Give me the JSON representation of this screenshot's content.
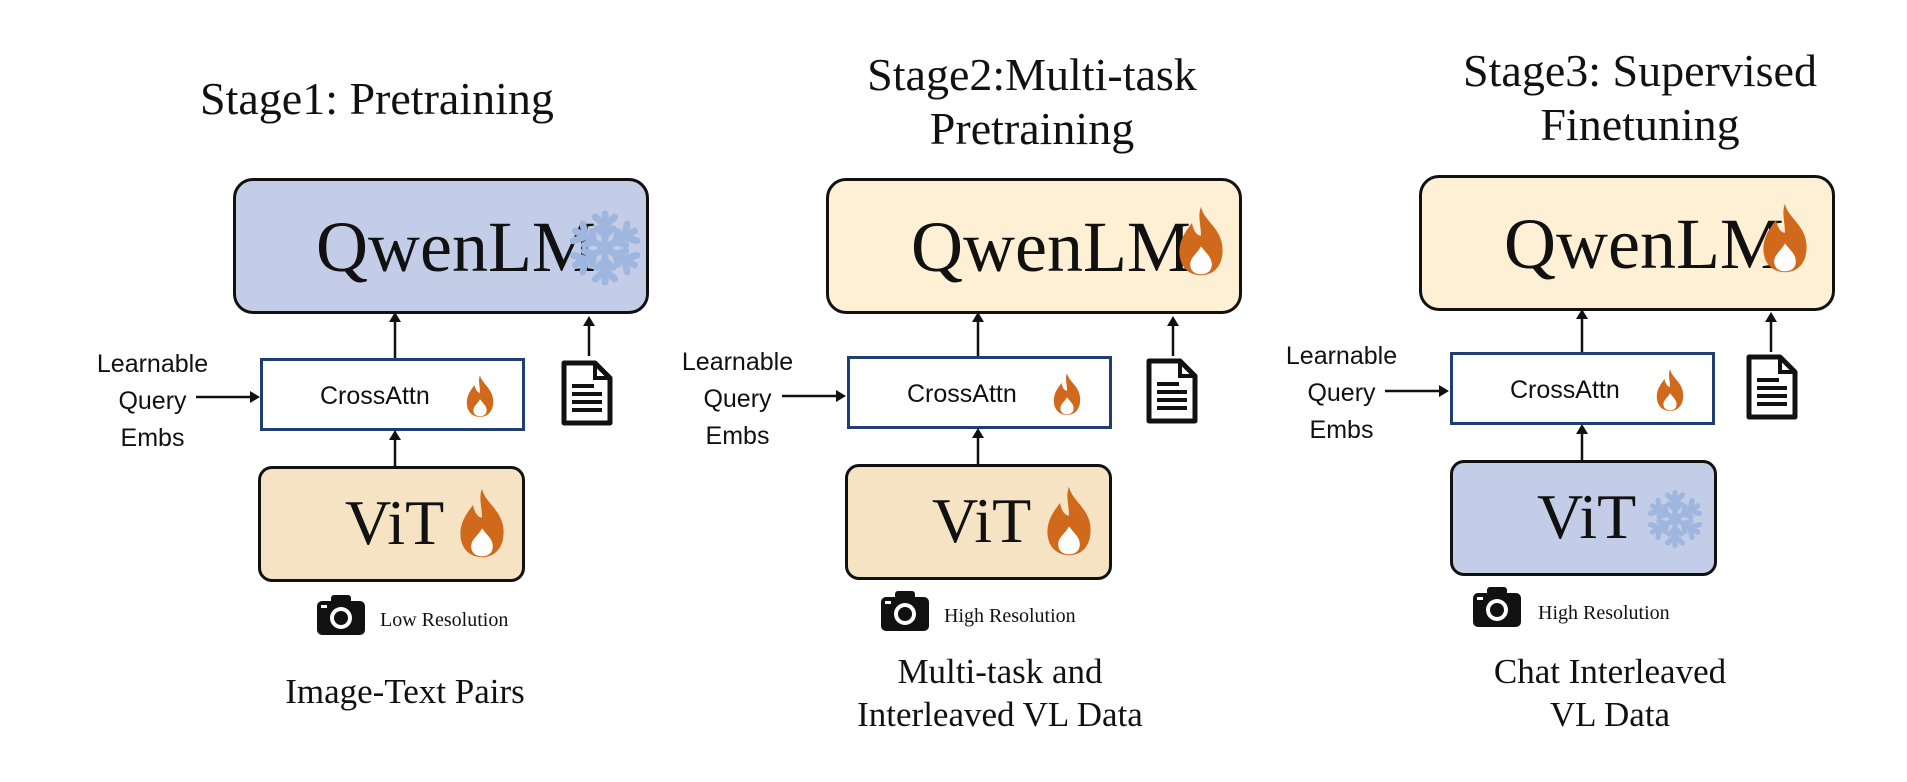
{
  "stages": [
    {
      "title_lines": [
        "Stage1: Pretraining",
        ""
      ],
      "lm": {
        "label": "QwenLM",
        "state": "frozen",
        "state_icon": "snowflake-icon",
        "fill": "#c4cde8"
      },
      "crossattn": {
        "label": "CrossAttn",
        "state": "trainable",
        "state_icon": "flame-icon"
      },
      "query": {
        "lines": [
          "Learnable",
          "Query",
          "Embs"
        ]
      },
      "vit": {
        "label": "ViT",
        "state": "trainable",
        "state_icon": "flame-icon",
        "fill": "#f5e3c4"
      },
      "resolution": "Low Resolution",
      "data_lines": [
        "Image-Text Pairs",
        ""
      ]
    },
    {
      "title_lines": [
        "Stage2:Multi-task",
        "Pretraining"
      ],
      "lm": {
        "label": "QwenLM",
        "state": "trainable",
        "state_icon": "flame-icon",
        "fill": "#fdf0d4"
      },
      "crossattn": {
        "label": "CrossAttn",
        "state": "trainable",
        "state_icon": "flame-icon"
      },
      "query": {
        "lines": [
          "Learnable",
          "Query",
          "Embs"
        ]
      },
      "vit": {
        "label": "ViT",
        "state": "trainable",
        "state_icon": "flame-icon",
        "fill": "#f5e3c4"
      },
      "resolution": "High Resolution",
      "data_lines": [
        "Multi-task and",
        "Interleaved VL Data"
      ]
    },
    {
      "title_lines": [
        "Stage3: Supervised",
        "Finetuning"
      ],
      "lm": {
        "label": "QwenLM",
        "state": "trainable",
        "state_icon": "flame-icon",
        "fill": "#fdf0d4"
      },
      "crossattn": {
        "label": "CrossAttn",
        "state": "trainable",
        "state_icon": "flame-icon"
      },
      "query": {
        "lines": [
          "Learnable",
          "Query",
          "Embs"
        ]
      },
      "vit": {
        "label": "ViT",
        "state": "frozen",
        "state_icon": "snowflake-icon",
        "fill": "#c4cde8"
      },
      "resolution": "High Resolution",
      "data_lines": [
        "Chat Interleaved",
        "VL Data"
      ]
    }
  ],
  "colors": {
    "flame_outer": "#d0691c",
    "flame_inner": "#ffffff",
    "snowflake": "#9fb6de",
    "crossattn_border": "#1f3f73",
    "ink": "#111111"
  }
}
